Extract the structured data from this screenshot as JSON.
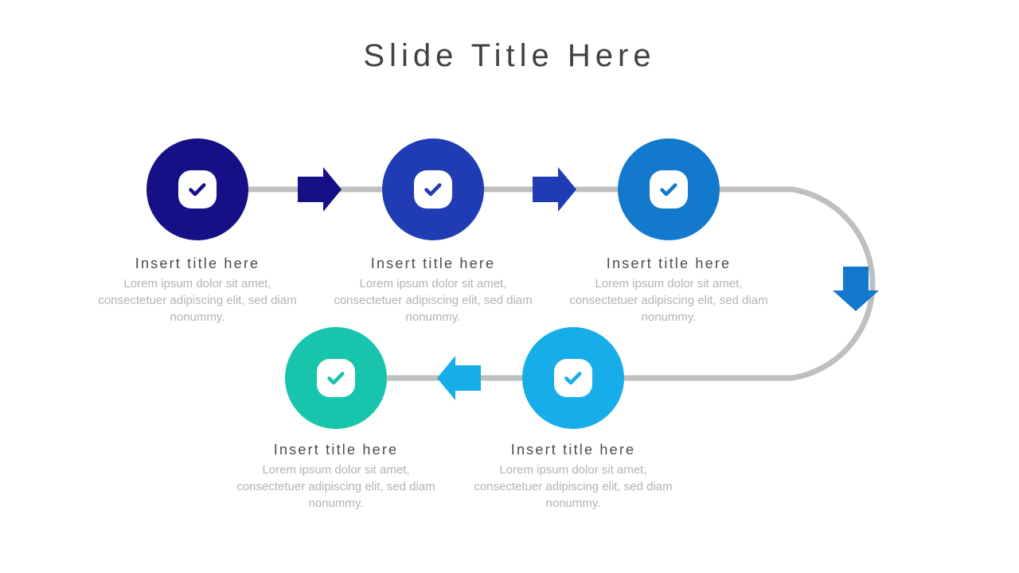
{
  "slide": {
    "title": "Slide Title Here",
    "title_color": "#414141",
    "background": "#ffffff"
  },
  "theme": {
    "connector_color": "#bfbfbf",
    "body_text_color": "#b3b3b3",
    "caption_title_color": "#4a4a4a",
    "icon_plate_color": "#ffffff"
  },
  "steps": [
    {
      "index": 1,
      "color": "#161087",
      "icon": "check-circle-icon",
      "title": "Insert title here",
      "body": "Lorem ipsum dolor sit amet, consectetuer adipiscing elit, sed diam nonummy."
    },
    {
      "index": 2,
      "color": "#1f3cb5",
      "icon": "check-circle-icon",
      "title": "Insert title here",
      "body": "Lorem ipsum dolor sit amet, consectetuer adipiscing elit, sed diam nonummy."
    },
    {
      "index": 3,
      "color": "#1279cc",
      "icon": "check-circle-icon",
      "title": "Insert title here",
      "body": "Lorem ipsum dolor sit amet, consectetuer adipiscing elit, sed diam nonummy."
    },
    {
      "index": 4,
      "color": "#16ade8",
      "icon": "check-circle-icon",
      "title": "Insert title here",
      "body": "Lorem ipsum dolor sit amet, consectetuer adipiscing elit, sed diam nonummy."
    },
    {
      "index": 5,
      "color": "#18c5ac",
      "icon": "check-circle-icon",
      "title": "Insert title here",
      "body": "Lorem ipsum dolor sit amet, consectetuer adipiscing elit, sed diam nonummy."
    }
  ],
  "arrows": [
    {
      "name": "arrow-step1-to-step2",
      "direction": "right",
      "color": "#161087"
    },
    {
      "name": "arrow-step2-to-step3",
      "direction": "right",
      "color": "#1f3cb5"
    },
    {
      "name": "arrow-step3-to-step4",
      "direction": "down",
      "color": "#1279cc"
    },
    {
      "name": "arrow-step4-to-step5",
      "direction": "left",
      "color": "#16ade8"
    }
  ]
}
